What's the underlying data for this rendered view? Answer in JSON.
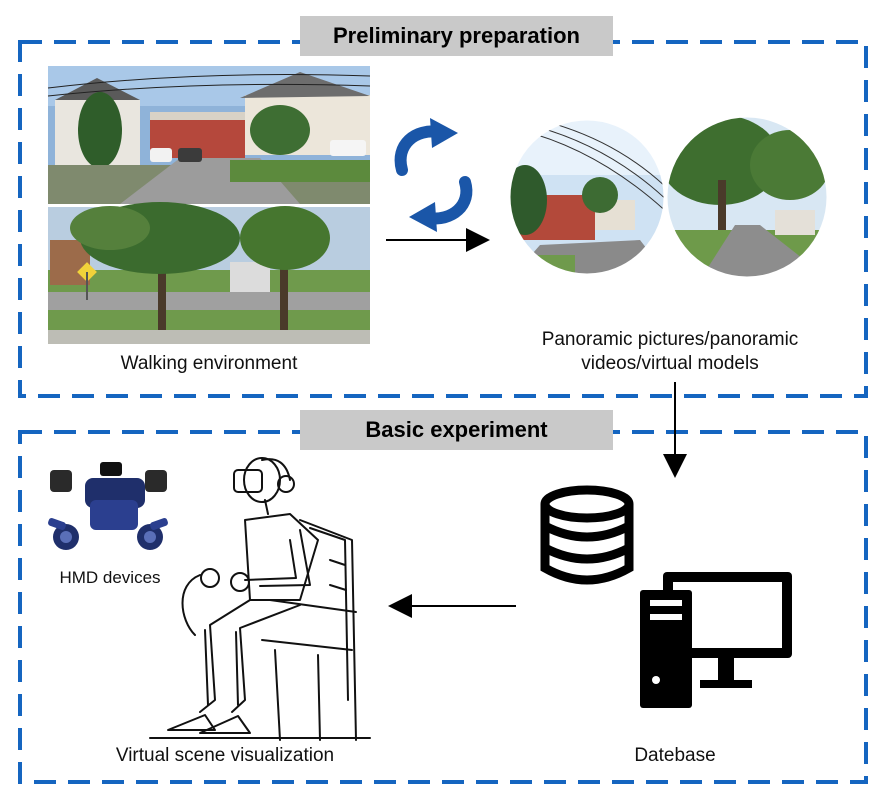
{
  "sections": {
    "top_title": "Preliminary preparation",
    "bottom_title": "Basic experiment"
  },
  "captions": {
    "walking_environment": "Walking environment",
    "panoramic_line1": "Panoramic pictures/panoramic",
    "panoramic_line2": "videos/virtual models",
    "hmd_devices": "HMD devices",
    "virtual_scene": "Virtual scene visualization",
    "database": "Datebase"
  },
  "colors": {
    "dashed_border": "#1565c0",
    "title_bg": "#c9c9c9",
    "cycle_arrow": "#1a56a8"
  },
  "icons": [
    "street-photo",
    "cycle-arrows-icon",
    "panorama-sphere",
    "hmd-device-icon",
    "vr-user-figure",
    "database-icon",
    "desktop-computer-icon"
  ]
}
